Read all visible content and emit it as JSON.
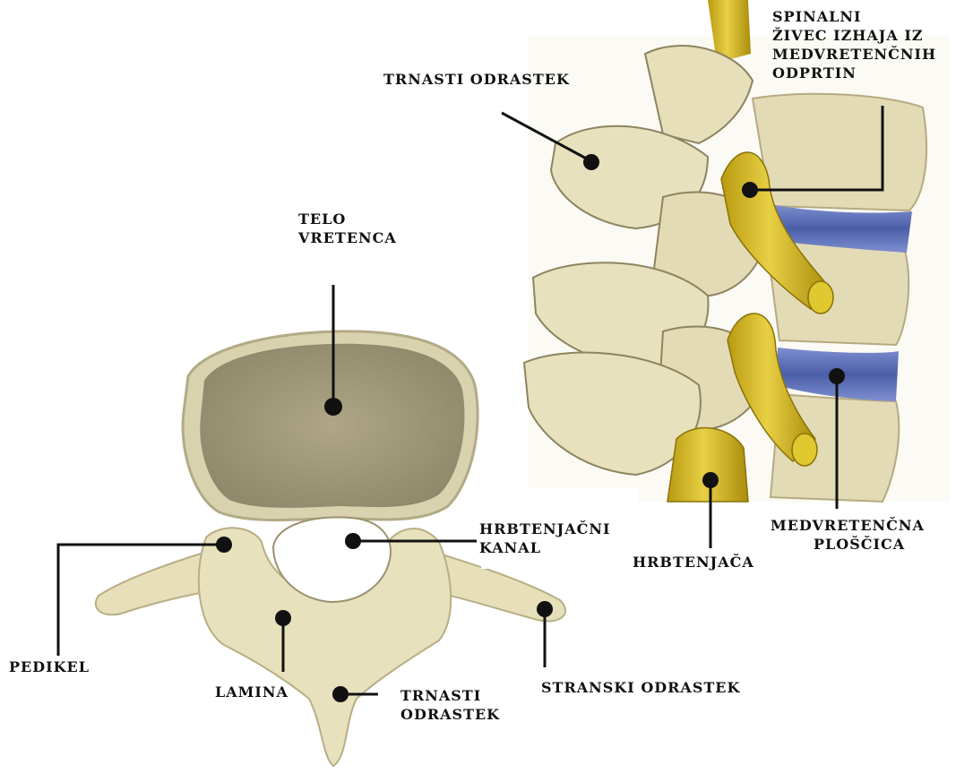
{
  "labels": {
    "spinal_nerve": [
      "SPINALNI",
      "ŽIVEC IZHAJA IZ",
      "MEDVRETENČNIH",
      "ODPRTIN"
    ],
    "spinous_process_side": "TRNASTI ODRASTEK",
    "vertebral_body": [
      "TELO",
      "VRETENCA"
    ],
    "spinal_canal": [
      "HRBTENJAČNI",
      "KANAL"
    ],
    "spinal_cord": "HRBTENJAČA",
    "intervertebral_disc": [
      "MEDVRETENČNA",
      "PLOŠČICA"
    ],
    "pedicle": "PEDIKEL",
    "lamina": "LAMINA",
    "spinous_process_top": [
      "TRNASTI",
      "ODRASTEK"
    ],
    "transverse_process": "STRANSKI ODRASTEK"
  },
  "colors": {
    "bone": "#e6dfba",
    "bone_shadow": "#c9bf95",
    "body_top": "#aaa282",
    "nerve": "#d4b419",
    "disc": "#5b6fb5",
    "line": "#111111"
  }
}
